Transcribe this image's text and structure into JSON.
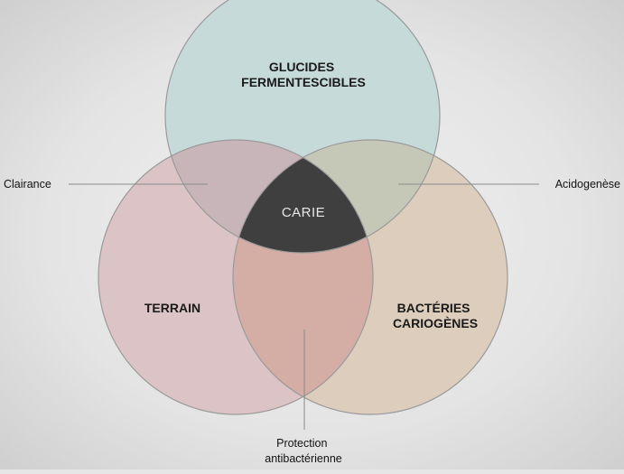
{
  "diagram": {
    "circles": [
      {
        "id": "top",
        "lines": [
          "GLUCIDES",
          "FERMENTESCIBLES"
        ],
        "fill": "#c7dada"
      },
      {
        "id": "left",
        "lines": [
          "TERRAIN"
        ],
        "fill": "#dcc3c6"
      },
      {
        "id": "right",
        "lines": [
          "BACTÉRIES",
          "CARIOGÈNES"
        ],
        "fill": "#dccdbd"
      }
    ],
    "overlaps": {
      "top_left_fill": "#c7b5b9",
      "top_right_fill": "#c5c8b7",
      "left_right_fill": "#d4aea4",
      "center_fill": "#3f3f3f"
    },
    "center_label": "CARIE",
    "outline_color": "#9a9a9a",
    "annotations": {
      "left": "Clairance",
      "right": "Acidogenèse",
      "bottom": [
        "Protection",
        "antibactérienne"
      ]
    }
  }
}
